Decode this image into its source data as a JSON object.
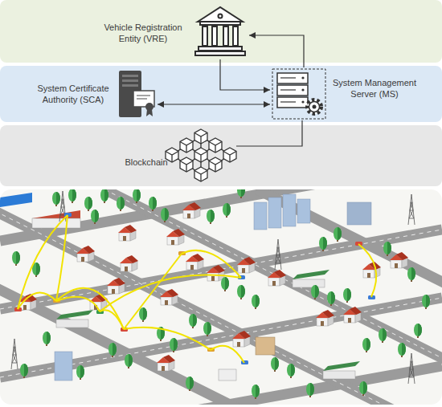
{
  "diagram": {
    "nodes": [
      {
        "text": [
          "Vehicle Registration Entity (VRE)"
        ]
      },
      {
        "text": [
          "System Certificate Authority (SCA)"
        ]
      },
      {
        "text": [
          "System Management Server (MS)"
        ]
      },
      {
        "text": [
          "Blockchain"
        ]
      }
    ],
    "edges": [
      {
        "from": 2,
        "to": 0,
        "arrow": "to"
      },
      {
        "from": 0,
        "to": 2,
        "arrow": "to"
      },
      {
        "from": 1,
        "to": 2,
        "arrow": "both"
      },
      {
        "from": 2,
        "to": 3,
        "arrow": "none"
      }
    ]
  }
}
